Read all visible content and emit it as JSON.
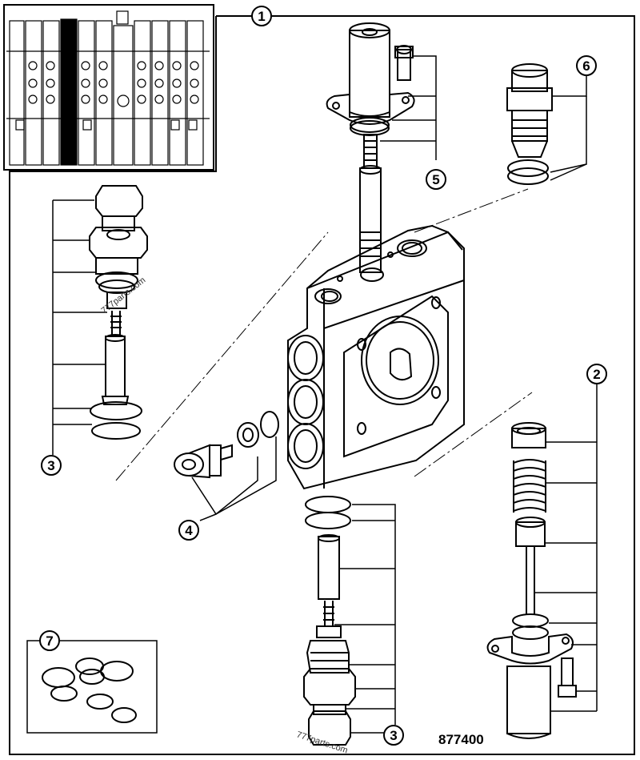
{
  "drawing_number": "877400",
  "watermark_text": "777parts.com",
  "callouts": [
    {
      "id": "c1",
      "label": "1"
    },
    {
      "id": "c2",
      "label": "2"
    },
    {
      "id": "c3a",
      "label": "3"
    },
    {
      "id": "c3b",
      "label": "3"
    },
    {
      "id": "c4",
      "label": "4"
    },
    {
      "id": "c5",
      "label": "5"
    },
    {
      "id": "c6",
      "label": "6"
    },
    {
      "id": "c7",
      "label": "7"
    }
  ]
}
